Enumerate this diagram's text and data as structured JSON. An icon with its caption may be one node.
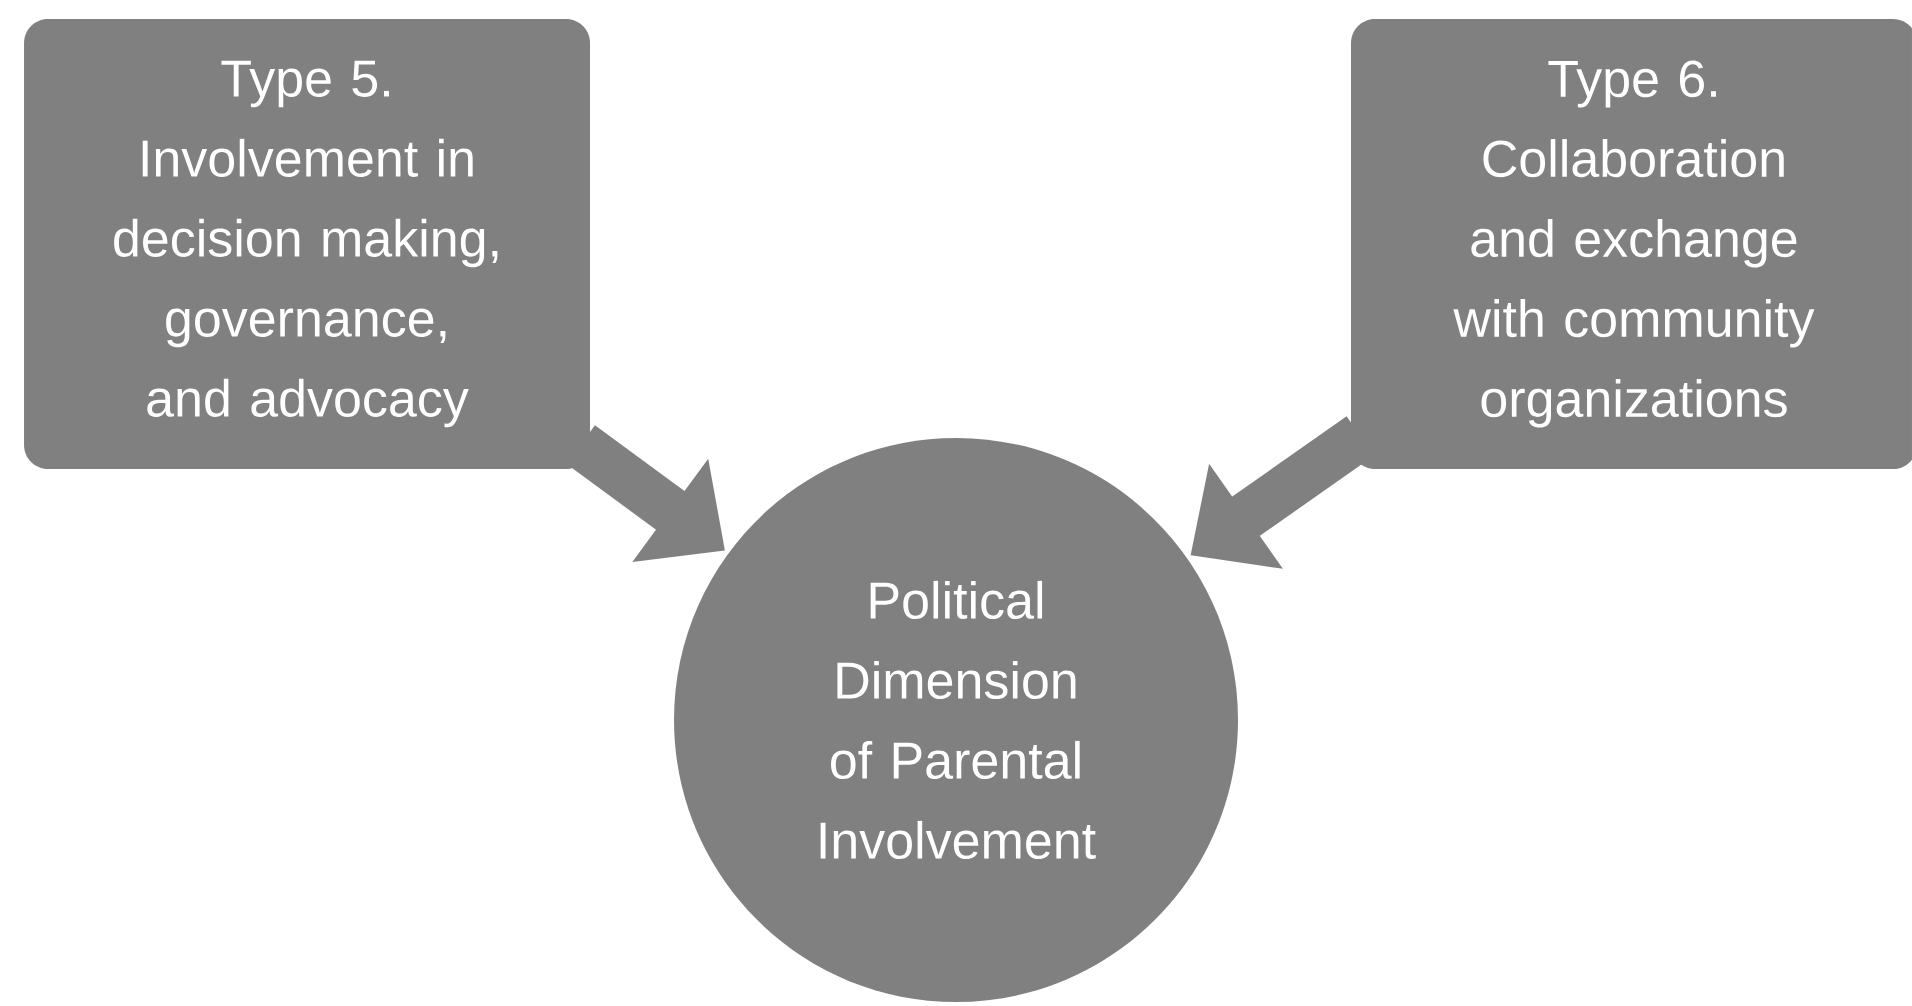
{
  "diagram": {
    "nodes": [
      {
        "text": [
          "Type 5. Involvement in decision making, governance, and advocacy"
        ]
      },
      {
        "text": [
          "Type 6. Collaboration and exchange with community organizations"
        ]
      },
      {
        "text": [
          "Political Dimension of Parental Involvement"
        ]
      }
    ],
    "edges": [
      {
        "from": 0,
        "to": 2,
        "arrow": "to"
      },
      {
        "from": 1,
        "to": 2,
        "arrow": "to"
      }
    ]
  }
}
